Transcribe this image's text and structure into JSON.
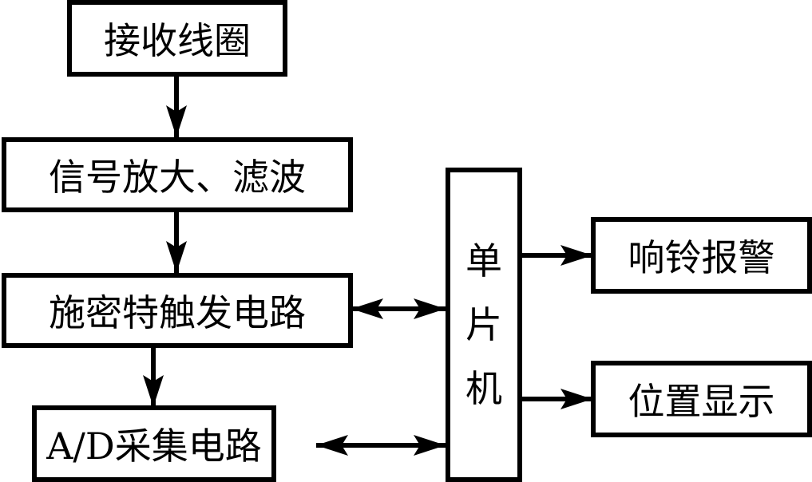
{
  "diagram": {
    "nodes": {
      "receive_coil": "接收线圈",
      "amplify_filter": "信号放大、滤波",
      "schmitt_trigger": "施密特触发电路",
      "ad_sampling": "A/D采集电路",
      "mcu": [
        "单",
        "片",
        "机"
      ],
      "alarm": "响铃报警",
      "position_display": "位置显示"
    },
    "edges": [
      {
        "from": "receive_coil",
        "to": "amplify_filter",
        "direction": "forward"
      },
      {
        "from": "amplify_filter",
        "to": "schmitt_trigger",
        "direction": "forward"
      },
      {
        "from": "schmitt_trigger",
        "to": "ad_sampling",
        "direction": "forward"
      },
      {
        "from": "schmitt_trigger",
        "to": "mcu",
        "direction": "bidirectional"
      },
      {
        "from": "ad_sampling",
        "to": "mcu",
        "direction": "bidirectional"
      },
      {
        "from": "mcu",
        "to": "alarm",
        "direction": "forward"
      },
      {
        "from": "mcu",
        "to": "position_display",
        "direction": "forward"
      }
    ],
    "colors": {
      "stroke": "#000000",
      "background": "#ffffff"
    }
  }
}
